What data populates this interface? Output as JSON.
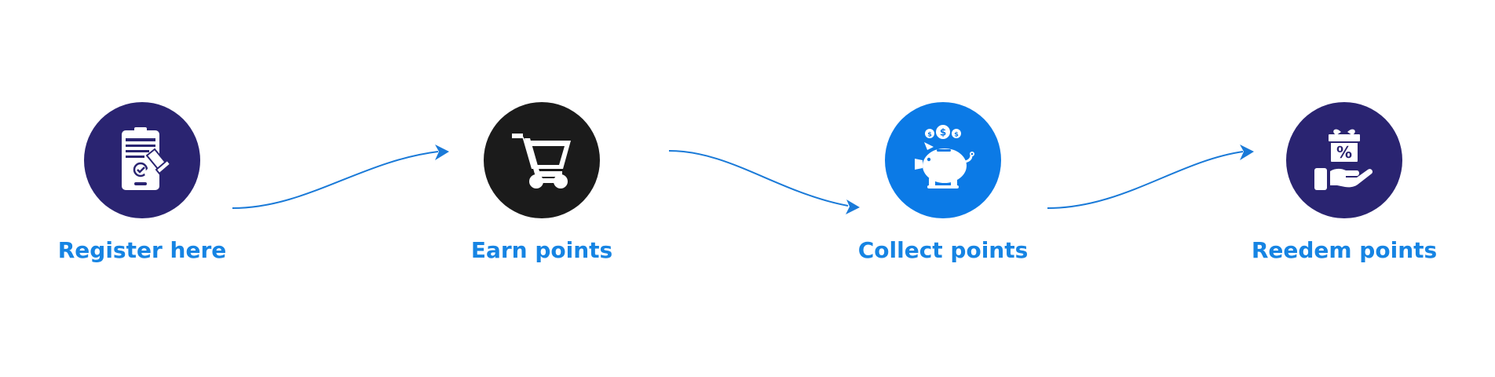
{
  "colors": {
    "navy": "#2a2471",
    "black": "#1b1b1b",
    "blue": "#0b7ae6",
    "label": "#1684e3",
    "arrow": "#1a7ad8",
    "icon": "#ffffff"
  },
  "steps": [
    {
      "label": "Register here",
      "icon": "registration-clipboard-icon",
      "circle_color": "navy"
    },
    {
      "label": "Earn points",
      "icon": "shopping-cart-icon",
      "circle_color": "black"
    },
    {
      "label": "Collect points",
      "icon": "piggy-bank-icon",
      "circle_color": "blue"
    },
    {
      "label": "Reedem points",
      "icon": "gift-in-hand-icon",
      "circle_color": "navy"
    }
  ],
  "connectors": [
    {
      "icon": "curved-arrow-icon",
      "direction": "up"
    },
    {
      "icon": "curved-arrow-icon",
      "direction": "down"
    },
    {
      "icon": "curved-arrow-icon",
      "direction": "up"
    }
  ]
}
